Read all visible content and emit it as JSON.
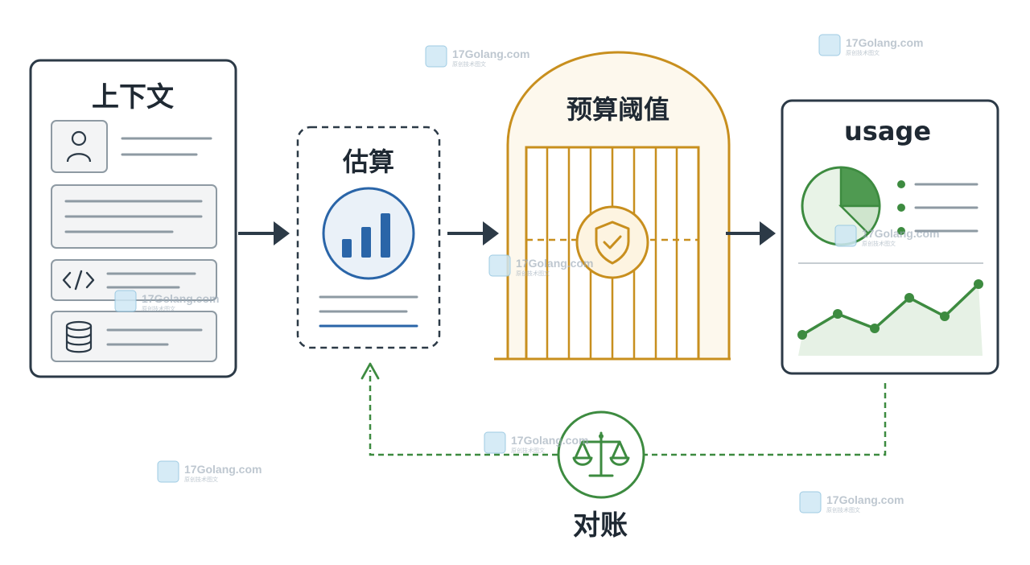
{
  "nodes": {
    "context": {
      "title": "上下文"
    },
    "estimate": {
      "title": "估算"
    },
    "budget": {
      "title": "预算阈值"
    },
    "usage": {
      "title": "usage"
    },
    "reconcile": {
      "title": "对账"
    }
  },
  "colors": {
    "dark": "#2c3a47",
    "blue": "#2a65a8",
    "gold": "#c88f1e",
    "green": "#3d8b40",
    "green_light": "#cfe5cd",
    "gray_line": "#8e9aa3"
  },
  "watermark": {
    "site": "17Golang.com",
    "sub": "原创技术图文"
  }
}
